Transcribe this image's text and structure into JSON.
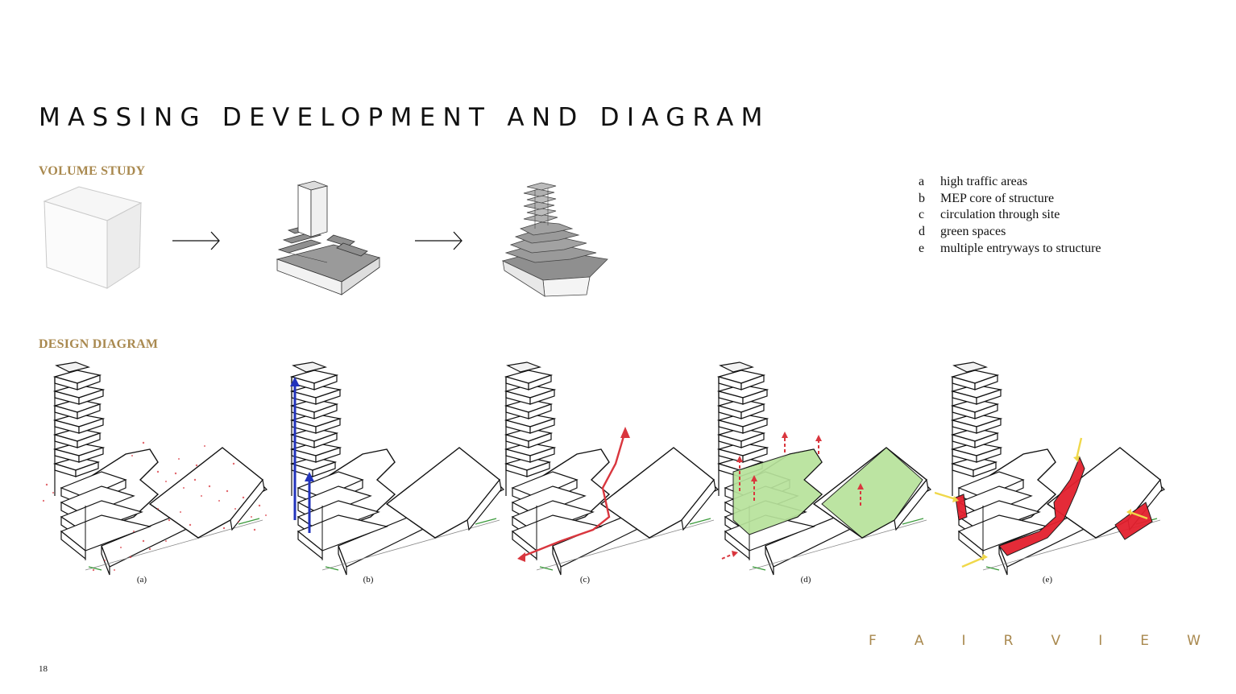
{
  "page": {
    "title": "MASSING DEVELOPMENT AND DIAGRAM",
    "page_number": "18",
    "brand_letters": [
      "F",
      "A",
      "I",
      "R",
      "V",
      "I",
      "E",
      "W"
    ]
  },
  "volume_study": {
    "heading": "VOLUME STUDY",
    "steps": [
      "box",
      "stepped-podium-with-tower",
      "terraced-twisting-tower"
    ]
  },
  "design_diagram": {
    "heading": "DESIGN DIAGRAM",
    "captions": [
      "(a)",
      "(b)",
      "(c)",
      "(d)",
      "(e)"
    ]
  },
  "legend": [
    {
      "key": "a",
      "text": "high traffic areas"
    },
    {
      "key": "b",
      "text": "MEP core of structure"
    },
    {
      "key": "c",
      "text": "circulation through site"
    },
    {
      "key": "d",
      "text": "green spaces"
    },
    {
      "key": "e",
      "text": "multiple entryways to structure"
    }
  ],
  "colors": {
    "accent_gold": "#a9894f",
    "traffic_red": "#d9363e",
    "core_blue": "#2233bb",
    "green_space": "#b7e29b",
    "entry_red": "#e3202e",
    "entry_yellow": "#f0d84a"
  }
}
